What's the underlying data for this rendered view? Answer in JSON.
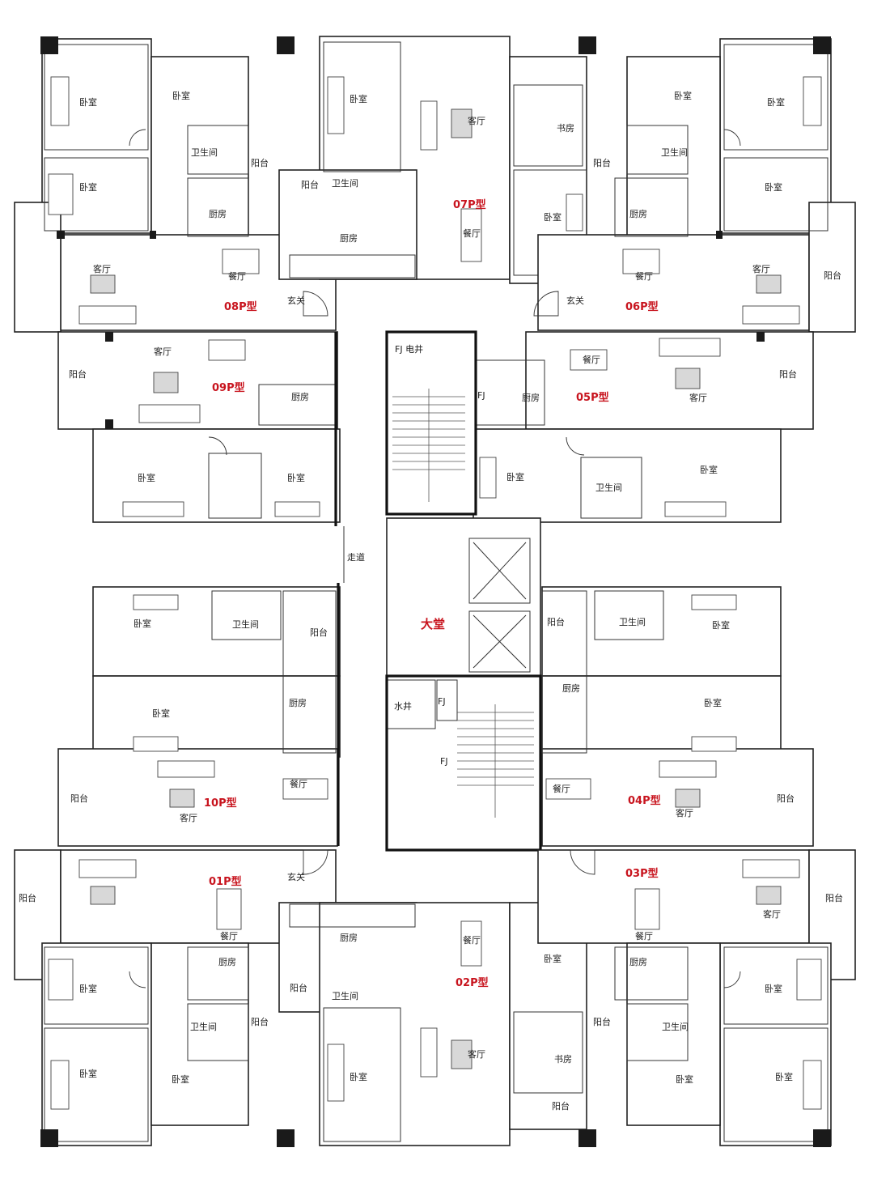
{
  "plan": {
    "units": [
      {
        "id": "07",
        "label": "07P型"
      },
      {
        "id": "08",
        "label": "08P型"
      },
      {
        "id": "06",
        "label": "06P型"
      },
      {
        "id": "09",
        "label": "09P型"
      },
      {
        "id": "05",
        "label": "05P型"
      },
      {
        "id": "10",
        "label": "10P型"
      },
      {
        "id": "04",
        "label": "04P型"
      },
      {
        "id": "01",
        "label": "01P型"
      },
      {
        "id": "03",
        "label": "03P型"
      },
      {
        "id": "02",
        "label": "02P型"
      }
    ],
    "core": {
      "lobby": "大堂",
      "corridor": "走道",
      "water_shaft": "水井",
      "fj": "FJ",
      "electric_shaft": "FJ 电井"
    },
    "rooms": {
      "bedroom": "卧室",
      "living": "客厅",
      "dining": "餐厅",
      "kitchen": "厨房",
      "bath": "卫生间",
      "balcony": "阳台",
      "foyer": "玄关",
      "study": "书房"
    }
  }
}
